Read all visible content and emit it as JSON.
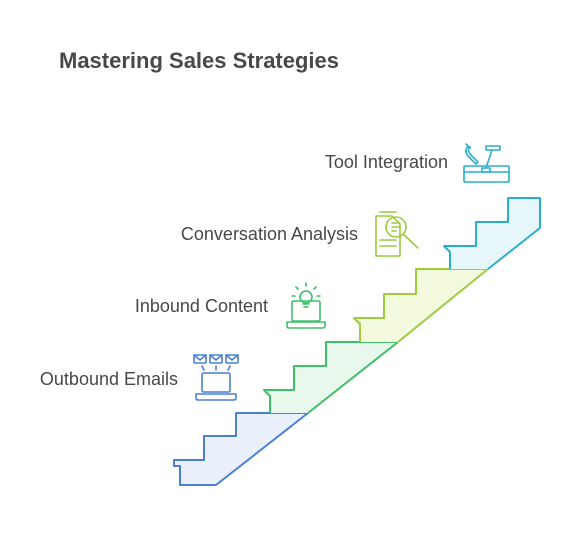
{
  "title": "Mastering Sales Strategies",
  "steps": [
    {
      "label": "Outbound Emails",
      "icon": "laptop-emails-icon",
      "color": "#4a7fd4",
      "fill": "#eaf0fb"
    },
    {
      "label": "Inbound Content",
      "icon": "laptop-lightbulb-icon",
      "color": "#3fbf6a",
      "fill": "#e8f8ec"
    },
    {
      "label": "Conversation Analysis",
      "icon": "document-search-icon",
      "color": "#9ccc3c",
      "fill": "#f2f9dc"
    },
    {
      "label": "Tool Integration",
      "icon": "toolbox-icon",
      "color": "#2aaed0",
      "fill": "#e6f6fb"
    }
  ]
}
